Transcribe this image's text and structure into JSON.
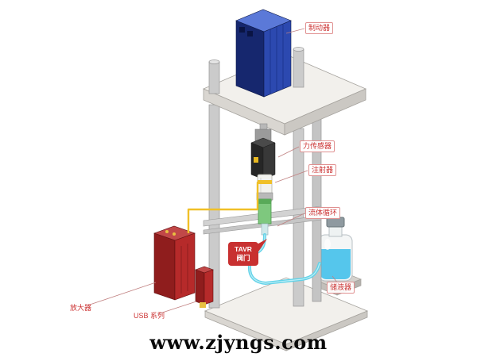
{
  "diagram": {
    "watermark": "www.zjyngs.com",
    "labels": {
      "brake": "制动器",
      "force_sensor": "力传感器",
      "injector": "注射器",
      "fluid_circulation": "流体循环",
      "tavr_line1": "TAVR",
      "tavr_line2": "阀门",
      "reservoir": "储液器",
      "amplifier": "放大器",
      "usb_series": "USB 系列"
    },
    "colors": {
      "label_red": "#cc3333",
      "callout_red": "#c83030",
      "motor_blue_dark": "#16276e",
      "motor_blue": "#2c49b0",
      "tube_cyan": "#62d2e8",
      "liquid_blue": "#55c6ec",
      "amplifier_red": "#8f1d1d",
      "wire_yellow": "#f0c028",
      "frame_gray": "#c4c4c4"
    }
  }
}
